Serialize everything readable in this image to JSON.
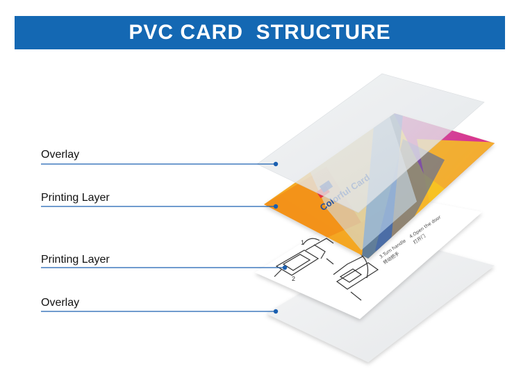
{
  "header": {
    "title": "PVC CARD  STRUCTURE"
  },
  "layers": [
    {
      "label": "Overlay"
    },
    {
      "label": "Printing Layer"
    },
    {
      "label": "Printing Layer"
    },
    {
      "label": "Overlay"
    }
  ],
  "card": {
    "brand": "Colorful Card"
  },
  "back_print": {
    "step_numbers": [
      "1",
      "2",
      "3"
    ],
    "lines": [
      "3.Turn handle",
      "4.Open the door",
      "转动把手",
      "打开门"
    ]
  },
  "colors": {
    "banner": "#1468b3",
    "leader_line": "#1a5fb0",
    "magenta": "#e4177a",
    "orange": "#f29a1f",
    "yellow": "#f7c31a",
    "brand_blue": "#1f4fa0",
    "brand_red": "#e6323c"
  }
}
